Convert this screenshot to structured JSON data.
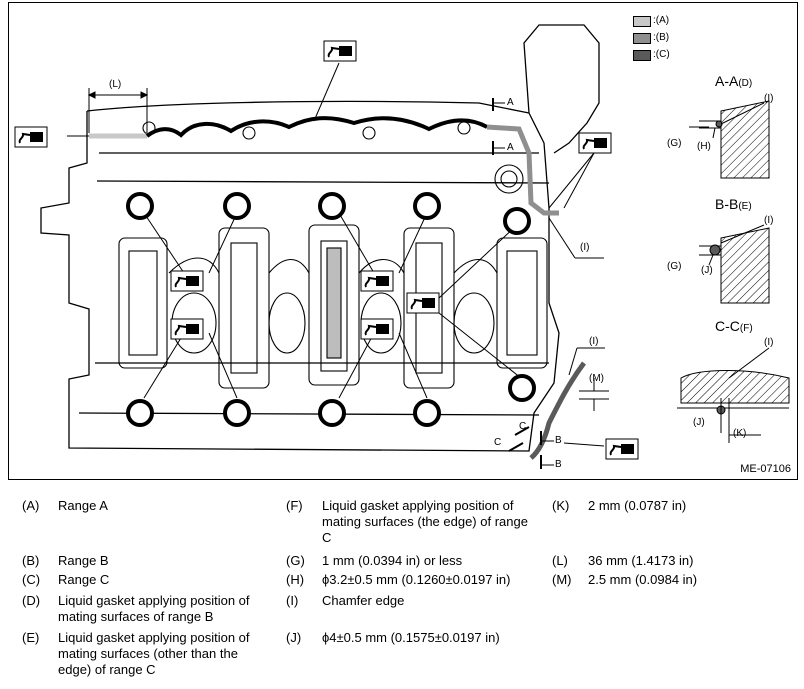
{
  "figure": {
    "id_label": "ME-07106",
    "legend": [
      {
        "code": ":(A)",
        "color": "#c8c8c8"
      },
      {
        "code": ":(B)",
        "color": "#8f8f8f"
      },
      {
        "code": ":(C)",
        "color": "#5a5a5a"
      }
    ],
    "callouts": {
      "L": "(L)",
      "I": "(I)",
      "M": "(M)",
      "A": "A",
      "B": "B",
      "C": "C"
    },
    "sections": {
      "aa": {
        "title": "A-A",
        "ref": "(D)",
        "I": "(I)",
        "G": "(G)",
        "H": "(H)"
      },
      "bb": {
        "title": "B-B",
        "ref": "(E)",
        "I": "(I)",
        "G": "(G)",
        "J": "(J)"
      },
      "cc": {
        "title": "C-C",
        "ref": "(F)",
        "I": "(I)",
        "J": "(J)",
        "K": "(K)"
      }
    },
    "colors": {
      "range_a": "#c8c8c8",
      "range_b": "#8f8f8f",
      "range_c": "#5a5a5a"
    }
  },
  "notes": [
    {
      "code": "(A)",
      "text": "Range A"
    },
    {
      "code": "(B)",
      "text": "Range B"
    },
    {
      "code": "(C)",
      "text": "Range C"
    },
    {
      "code": "(D)",
      "text": "Liquid gasket applying position of mating surfaces of range B"
    },
    {
      "code": "(E)",
      "text": "Liquid gasket applying position of mating surfaces (other than the edge) of range C"
    },
    {
      "code": "(F)",
      "text": "Liquid gasket applying position of mating surfaces (the edge) of range C"
    },
    {
      "code": "(G)",
      "text": "1 mm (0.0394 in) or less"
    },
    {
      "code": "(H)",
      "text": "ϕ3.2±0.5 mm (0.1260±0.0197 in)"
    },
    {
      "code": "(I)",
      "text": "Chamfer edge"
    },
    {
      "code": "(J)",
      "text": "ϕ4±0.5 mm (0.1575±0.0197 in)"
    },
    {
      "code": "(K)",
      "text": "2 mm (0.0787 in)"
    },
    {
      "code": "(L)",
      "text": "36 mm (1.4173 in)"
    },
    {
      "code": "(M)",
      "text": "2.5 mm (0.0984 in)"
    }
  ]
}
